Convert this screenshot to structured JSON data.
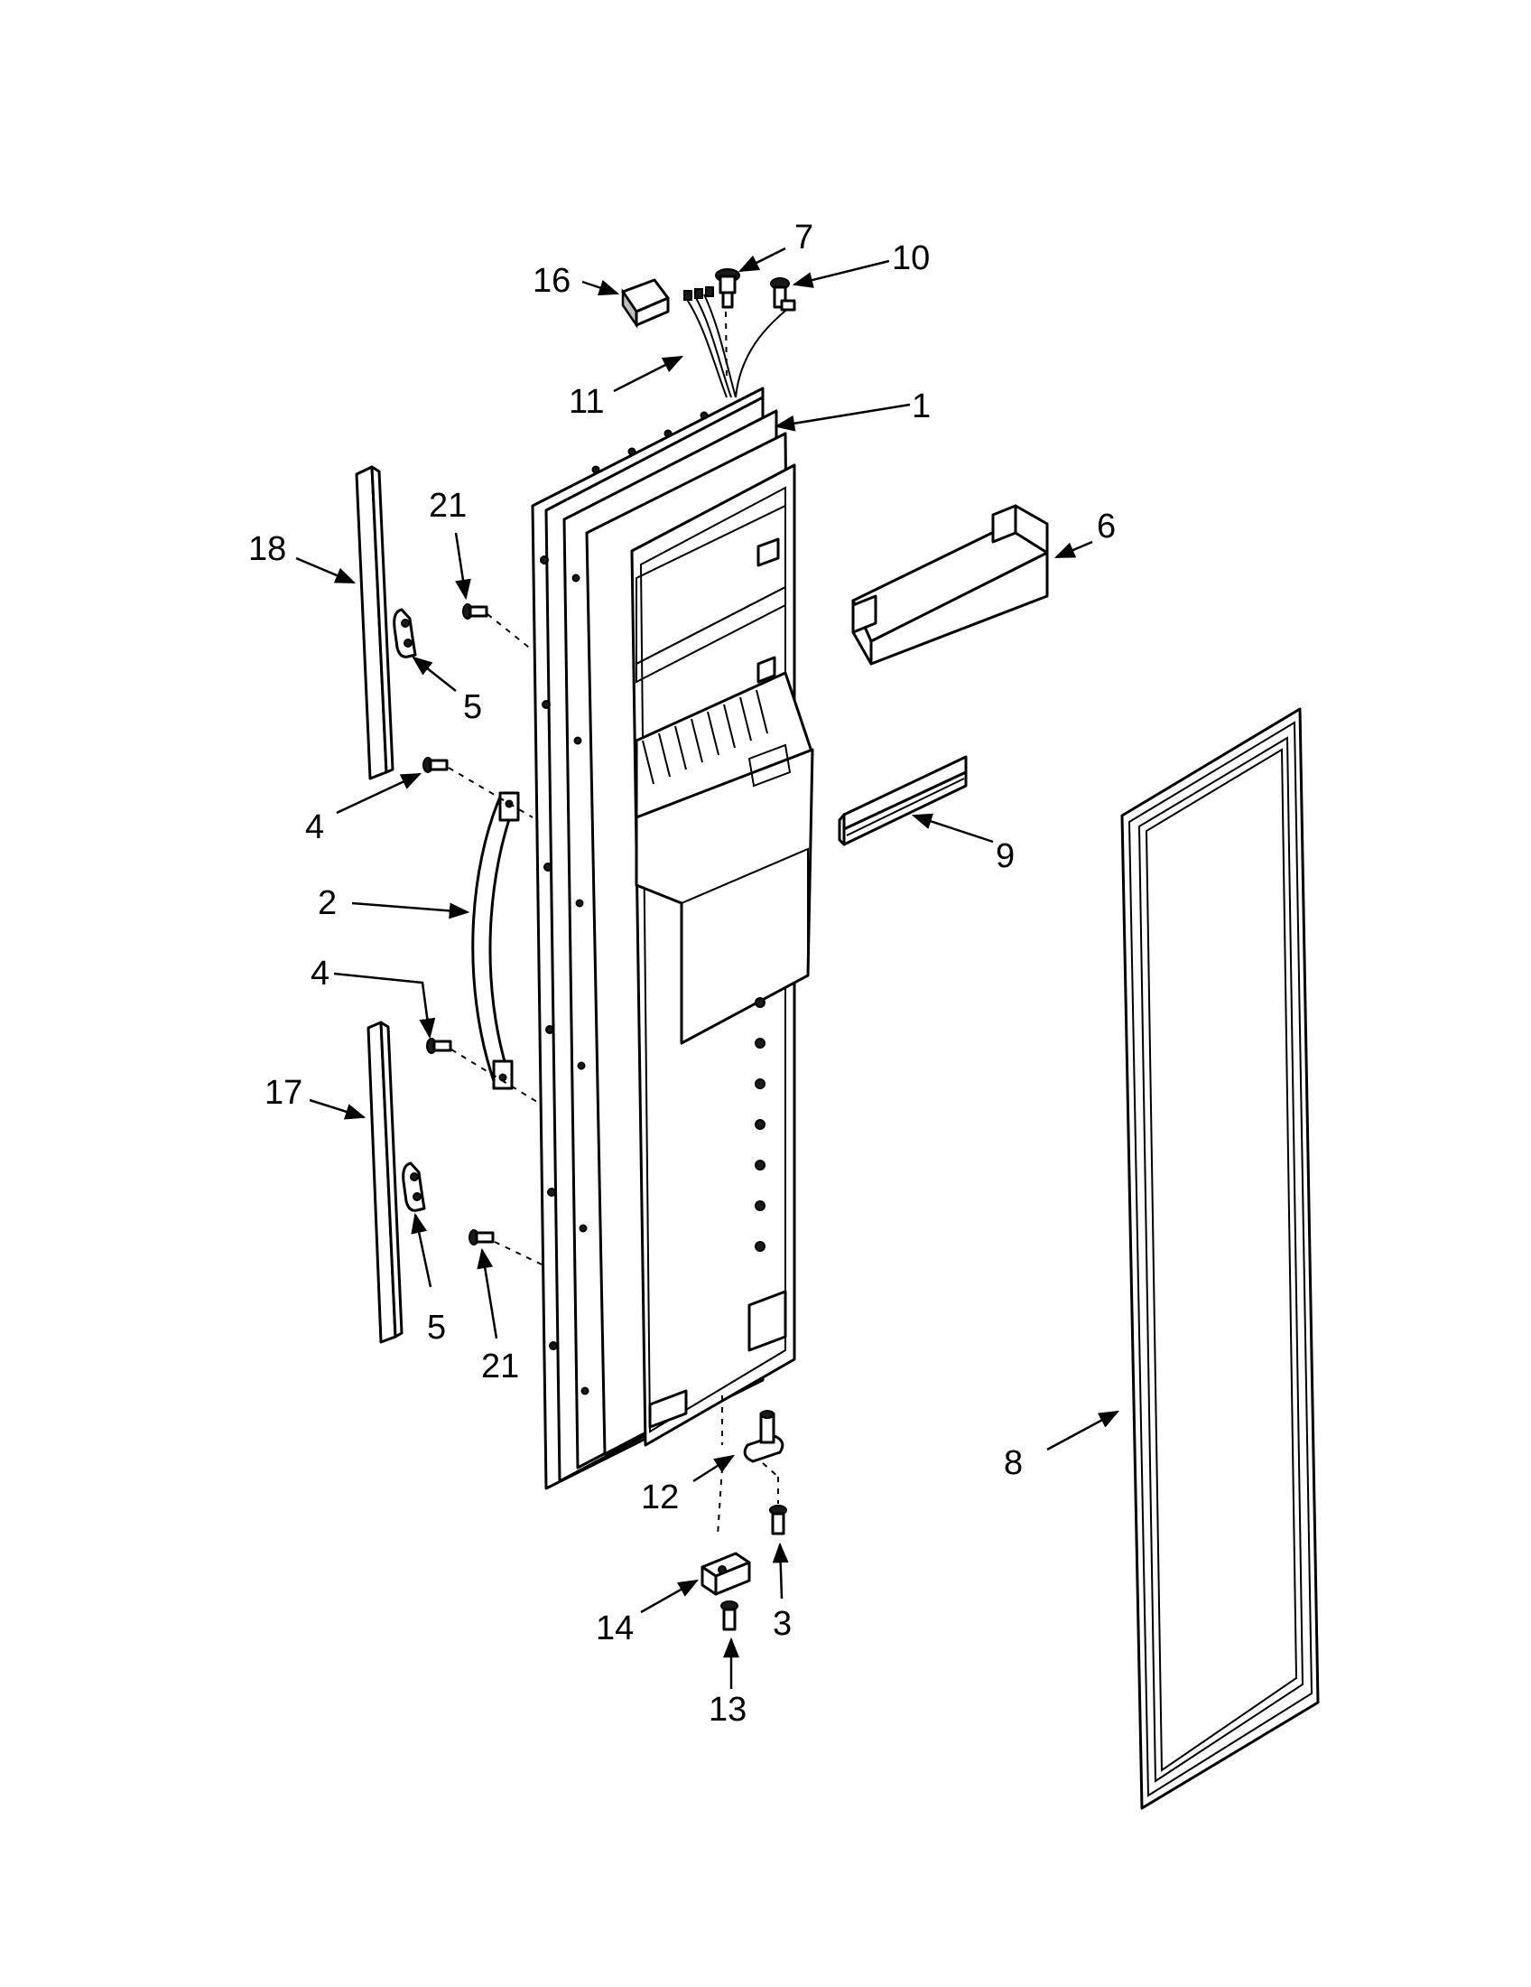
{
  "diagram": {
    "callouts": [
      {
        "id": "c1",
        "text": "1"
      },
      {
        "id": "c2",
        "text": "2"
      },
      {
        "id": "c3",
        "text": "3"
      },
      {
        "id": "c4a",
        "text": "4"
      },
      {
        "id": "c4b",
        "text": "4"
      },
      {
        "id": "c5a",
        "text": "5"
      },
      {
        "id": "c5b",
        "text": "5"
      },
      {
        "id": "c6",
        "text": "6"
      },
      {
        "id": "c7",
        "text": "7"
      },
      {
        "id": "c8",
        "text": "8"
      },
      {
        "id": "c9",
        "text": "9"
      },
      {
        "id": "c10",
        "text": "10"
      },
      {
        "id": "c11",
        "text": "11"
      },
      {
        "id": "c12",
        "text": "12"
      },
      {
        "id": "c13",
        "text": "13"
      },
      {
        "id": "c14",
        "text": "14"
      },
      {
        "id": "c16",
        "text": "16"
      },
      {
        "id": "c17",
        "text": "17"
      },
      {
        "id": "c18",
        "text": "18"
      },
      {
        "id": "c21a",
        "text": "21"
      },
      {
        "id": "c21b",
        "text": "21"
      }
    ]
  }
}
